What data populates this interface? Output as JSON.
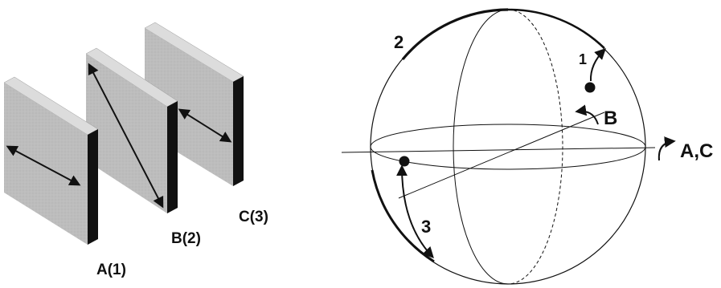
{
  "polarizers": {
    "a_label": "A(1)",
    "b_label": "B(2)",
    "c_label": "C(3)"
  },
  "sphere": {
    "arc_2_label": "2",
    "arc_1_label": "1",
    "arc_3_label": "3",
    "axis_b_label": "B",
    "axis_ac_label": "A,C"
  },
  "colors": {
    "plate_face": "#bdbdbd",
    "plate_top": "#d9d9d9",
    "plate_edge": "#111111",
    "ink": "#111111"
  }
}
